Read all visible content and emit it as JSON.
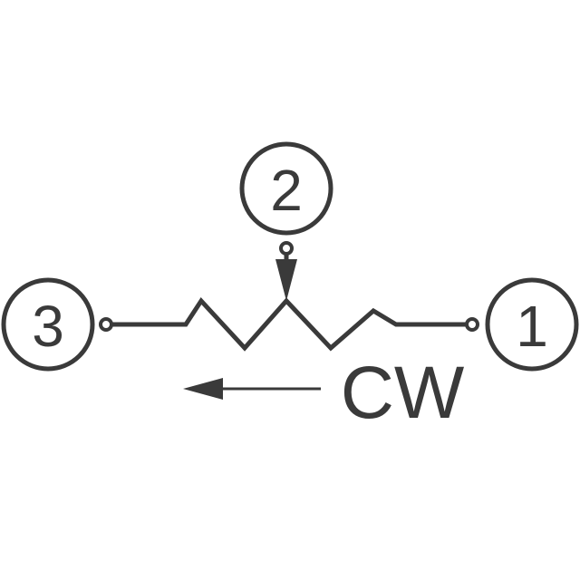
{
  "pins": {
    "pin_1": "1",
    "pin_2": "2",
    "pin_3": "3"
  },
  "direction_label": "CW",
  "colors": {
    "ink": "#3a3a3a",
    "background": "#ffffff"
  }
}
